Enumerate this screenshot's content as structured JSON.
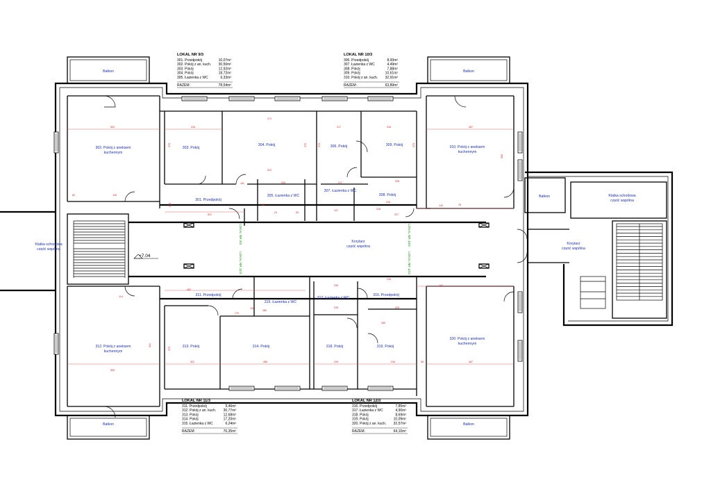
{
  "level_marker": "+7.04",
  "room_labels": {
    "balkon_nw": "Balkon",
    "balkon_ne": "Balkon",
    "balkon_sw": "Balkon",
    "balkon_se": "Balkon",
    "balkon_e": "Balkon",
    "r301": "301. Przedpokój",
    "r302": [
      "302. Pokój z aneksem",
      "kuchennym"
    ],
    "r303": "303. Pokój",
    "r304": "304. Pokój",
    "r305": "305. Łazienka z WC",
    "r306": "306. Pokój",
    "r307": "307. Łazienka z WC",
    "r308": "308. Pokój",
    "r309": "309. Pokój",
    "r310": [
      "310. Pokój z aneksem",
      "kuchennym"
    ],
    "r311": "311. Przedpokój",
    "r312": [
      "312. Pokój z aneksem",
      "kuchennym"
    ],
    "r313": "313. Pokój",
    "r314": "314. Pokój",
    "r315": "315. Łazienka z WC",
    "r316": "316. Przedpokój",
    "r317": "317. Łazienka z WC",
    "r318": "318. Pokój",
    "r319": "319. Pokój",
    "r320": [
      "320. Pokój z aneksem",
      "kuchennym"
    ],
    "stair_west": [
      "Klatka schodowa",
      "część wspólna"
    ],
    "stair_east": [
      "Klatka schodowa",
      "część wspólna"
    ],
    "corridor_center": [
      "Korytarz",
      "część wspólna"
    ],
    "corridor_east": [
      "Korytarz",
      "część wspólna"
    ]
  },
  "unit_markers": {
    "lokal_9": "LOKAL NR 9/3",
    "lokal_10": "LOKAL NR 10/3",
    "lokal_11": "LOKAL NR 11/3",
    "lokal_12": "LOKAL NR 12/3"
  },
  "dimensions": {
    "d302_top": "503",
    "d302_bot": "118",
    "d302_l": "62",
    "d303_top": "316",
    "d303_side": "375",
    "d304_top": "171",
    "d304_side": "375",
    "d304_bot": "512",
    "d301_l": "521",
    "d301_h": "199",
    "d301_s": "161",
    "d305_top": "204",
    "d305_a": "44",
    "d305_b": "24",
    "d305_c": "53",
    "d306_top": "217",
    "d306_side": "370",
    "d307_top": "217",
    "d307_a": "121",
    "d308_a": "218",
    "d308_b": "316",
    "d308_c": "227",
    "d309_top": "316",
    "d309_side": "370",
    "d309_bot": "228",
    "d310_top": "487",
    "d310_side": "555",
    "d310_a": "142",
    "d310_b": "78",
    "d311_a": "462",
    "d311_b": "170",
    "d312_top": "114",
    "d312_bot": "505",
    "d312_side": "521",
    "d313_top": "375",
    "d313_bot": "322",
    "d314_bot": "486",
    "d315_a": "154",
    "d315_b": "189",
    "d316_a": "316",
    "d316_b": "229",
    "d317_top": "249",
    "d317_bot": "249",
    "d318_bot": "249",
    "d319_top": "289",
    "d319_bot": "316",
    "d320_top": "142",
    "d320_bot": "487",
    "d320_side": "58"
  },
  "tables": [
    {
      "title": "LOKAL NR 9/3",
      "rows": [
        {
          "name": "301. Przedpokój",
          "area": "10,07m²"
        },
        {
          "name": "302. Pokój z an. kuch.",
          "area": "30,50m²"
        },
        {
          "name": "303. Pokój",
          "area": "12,92m²"
        },
        {
          "name": "304. Pokój",
          "area": "18,72m²"
        },
        {
          "name": "305. Łazienka z WC",
          "area": "6,33m²"
        }
      ],
      "total_label": "RAZEM:",
      "total": "78,54m²"
    },
    {
      "title": "LOKAL NR 10/3",
      "rows": [
        {
          "name": "306. Przedpokój",
          "area": "8,00m²"
        },
        {
          "name": "307. Łazienka z WC",
          "area": "4,49m²"
        },
        {
          "name": "308. Pokój",
          "area": "7,88m²"
        },
        {
          "name": "309. Pokój",
          "area": "10,61m²"
        },
        {
          "name": "310. Pokój z an. kuch.",
          "area": "32,91m²"
        }
      ],
      "total_label": "RAZEM:",
      "total": "63,89m²"
    },
    {
      "title": "LOKAL NR 11/3",
      "rows": [
        {
          "name": "311. Przedpokój",
          "area": "9,46m²"
        },
        {
          "name": "312. Pokój z an. kuch.",
          "area": "30,77m²"
        },
        {
          "name": "313. Pokój",
          "area": "12,68m²"
        },
        {
          "name": "314. Pokój",
          "area": "17,20m²"
        },
        {
          "name": "315. Łazienka z WC",
          "area": "6,24m²"
        }
      ],
      "total_label": "RAZEM:",
      "total": "76,35m²"
    },
    {
      "title": "LOKAL NR 12/3",
      "rows": [
        {
          "name": "316. Przedpokój",
          "area": "7,85m²"
        },
        {
          "name": "317. Łazienka z WC",
          "area": "4,90m²"
        },
        {
          "name": "318. Pokój",
          "area": "8,69m²"
        },
        {
          "name": "319. Pokój",
          "area": "10,09m²"
        },
        {
          "name": "320. Pokój z an. kuch.",
          "area": "32,57m²"
        }
      ],
      "total_label": "RAZEM:",
      "total": "64,10m²"
    }
  ]
}
